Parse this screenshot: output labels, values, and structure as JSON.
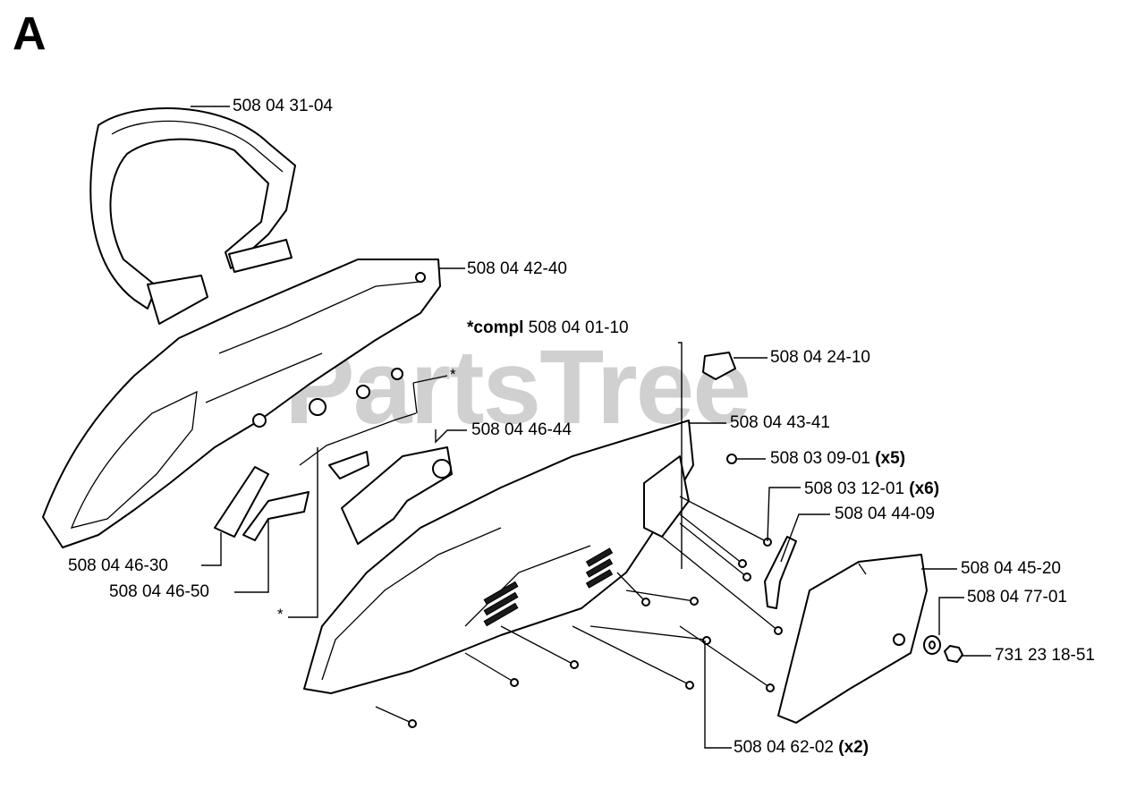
{
  "section_letter": "A",
  "watermark": "PartsTree",
  "callouts": {
    "handle": "508 04 31-04",
    "housing": "508 04 42-40",
    "compl_prefix": "*compl",
    "compl_number": "508 04 01-10",
    "knob": "508 04 24-10",
    "lever": "508 04 46-44",
    "cover": "508 04 43-41",
    "screw_small": "508 03 09-01",
    "screw_small_qty": "(x5)",
    "screw_long": "508 03 12-01",
    "screw_long_qty": "(x6)",
    "spring_plate": "508 04 44-09",
    "side_cover": "508 04 45-20",
    "washer": "508 04 77-01",
    "nut": "731 23 18-51",
    "trigger": "508 04 46-30",
    "lockout": "508 04 46-50",
    "screw_bottom": "508 04 62-02",
    "screw_bottom_qty": "(x2)"
  },
  "asterisk": "*"
}
